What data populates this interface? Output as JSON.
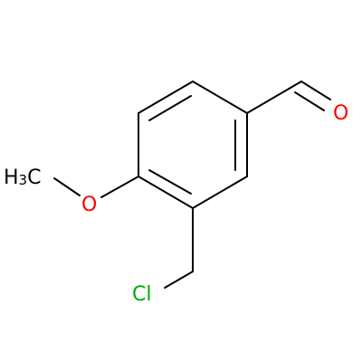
{
  "molecule": {
    "atoms": {
      "oxygen_aldehyde": {
        "label": "O",
        "color": "#ff0000"
      },
      "oxygen_methoxy": {
        "label": "O",
        "color": "#ff0000"
      },
      "methyl": {
        "label_main": "H",
        "label_sub": "3",
        "label_tail": "C",
        "color": "#000000"
      },
      "chlorine": {
        "label": "Cl",
        "color": "#00aa00"
      }
    },
    "bond_color": "#000000"
  }
}
